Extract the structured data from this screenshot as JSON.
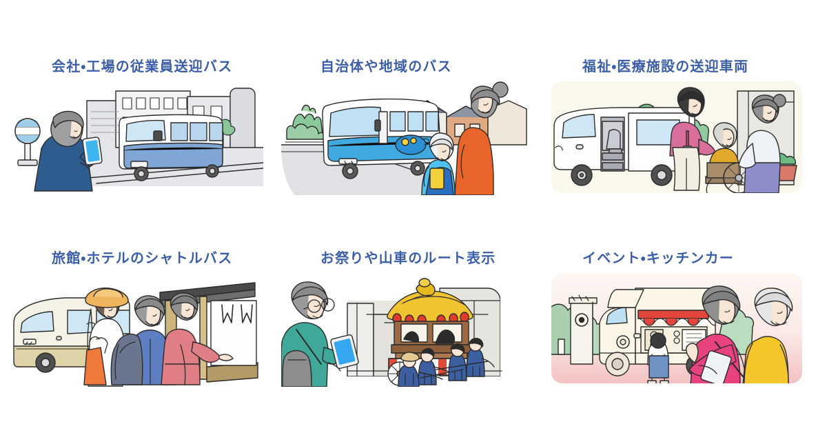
{
  "page": {
    "background_color": "#ffffff",
    "title_color": "#3c5ea8",
    "layout": "3-column x 2-row illustrated use-case grid"
  },
  "cards": [
    {
      "id": "company-factory-shuttle",
      "title": "会社・工場の従業員送迎バス",
      "illustration": {
        "name": "businessman-checking-phone-at-bus-stop",
        "elements": [
          "bus-stop-sign",
          "businessman",
          "smartphone",
          "shuttle-bus",
          "office-buildings",
          "street-trees",
          "road"
        ],
        "palette": {
          "bus_body": "#5f86c6",
          "bus_window": "#bcd7ee",
          "suit": "#2e5b8c",
          "hair": "#9a9a9a",
          "building": "#d8dade",
          "tree": "#7fc08f",
          "road": "#e2e4e7",
          "phone_screen": "#3db6f0",
          "card_bg": "#ffffff"
        }
      }
    },
    {
      "id": "municipal-community-bus",
      "title": "自治体や地域のバス",
      "illustration": {
        "name": "community-bus-with-parent-and-child",
        "elements": [
          "community-bus",
          "mascot-graphic",
          "mother",
          "child",
          "backpack",
          "hedge-trees",
          "houses",
          "road"
        ],
        "palette": {
          "bus_body": "#38a9e0",
          "bus_window": "#cfe6f5",
          "mother_top": "#e8642a",
          "child_top": "#4fc0ef",
          "hair": "#8e8e8e",
          "hedge": "#8cc99a",
          "house": "#d9a882",
          "road": "#dcdee2",
          "card_bg": "#ffffff"
        }
      }
    },
    {
      "id": "welfare-medical-vehicle",
      "title": "福祉・医療施設の送迎車両",
      "illustration": {
        "name": "welfare-van-with-caregiver-and-wheelchair-user",
        "elements": [
          "welfare-van",
          "sliding-door-open",
          "lift-seat",
          "caregiver-with-id-badge",
          "elderly-wheelchair-user",
          "nurse",
          "shrub",
          "potted-plant",
          "building"
        ],
        "palette": {
          "van_body": "#fdfdfd",
          "van_window": "#cfe6f5",
          "caregiver_top": "#d76f9a",
          "elder_top": "#e0a92c",
          "nurse_coat": "#eef1f5",
          "nurse_skirt": "#8d8ec9",
          "shrub": "#7cc08d",
          "card_bg": "#faf7ec"
        }
      }
    },
    {
      "id": "ryokan-hotel-shuttle",
      "title": "旅館・ホテルのシャトルバス",
      "illustration": {
        "name": "hotel-shuttle-van-with-guests-and-kimono-staff",
        "elements": [
          "shuttle-van",
          "woman-with-straw-hat",
          "tote-bag",
          "man-with-backpack",
          "kimono-staff-greeting",
          "inn-entrance",
          "noren-curtain",
          "eaves"
        ],
        "palette": {
          "van_body": "#f4f2e6",
          "van_lower": "#ded4a8",
          "van_window": "#cfe6f5",
          "hat": "#f0b45c",
          "tote": "#ef7a3c",
          "backpack": "#596a86",
          "jacket": "#5e7fc2",
          "kimono": "#e07e86",
          "eaves": "#4a4a4a",
          "pillar": "#cdb47a",
          "card_bg": "#ffffff"
        }
      }
    },
    {
      "id": "festival-float-route",
      "title": "お祭りや山車のルート表示",
      "illustration": {
        "name": "festival-dashi-float-route-viewed-on-phone",
        "elements": [
          "spectator-with-glasses",
          "shoulder-bag",
          "smartphone",
          "dashi-float",
          "gold-roof",
          "red-lanterns",
          "red-white-curtain",
          "float-wheel",
          "happi-coat-pullers",
          "townscape-walls"
        ],
        "palette": {
          "float_roof": "#f0c330",
          "lantern": "#e03b2d",
          "curtain_red": "#e04a3a",
          "float_wood": "#9c6a42",
          "spectator_top": "#3fa898",
          "bag": "#8d8d8d",
          "happi": "#3b5fa0",
          "phone_screen": "#35a6ef",
          "wall": "#e6e4de",
          "card_bg": "#ffffff"
        }
      }
    },
    {
      "id": "event-kitchen-car",
      "title": "イベント・キッチンカー",
      "illustration": {
        "name": "food-truck-at-event-with-customers",
        "elements": [
          "kitchen-car",
          "striped-awning",
          "serving-window",
          "menu-board",
          "customer-ordering",
          "woman-in-pink-with-phone",
          "woman-in-yellow",
          "banner-flag",
          "hedge"
        ],
        "palette": {
          "truck_body": "#fbf6e8",
          "awning_red": "#e2463c",
          "truck_window": "#bfe0f2",
          "pink_top": "#e8437f",
          "yellow_top": "#f4c62a",
          "bag_strap": "#c96fa8",
          "hedge": "#a9cfae",
          "banner": "#f6f3ea",
          "card_bg_top": "#fdf6f0",
          "card_bg_bottom": "#f6c9c9"
        }
      }
    }
  ]
}
